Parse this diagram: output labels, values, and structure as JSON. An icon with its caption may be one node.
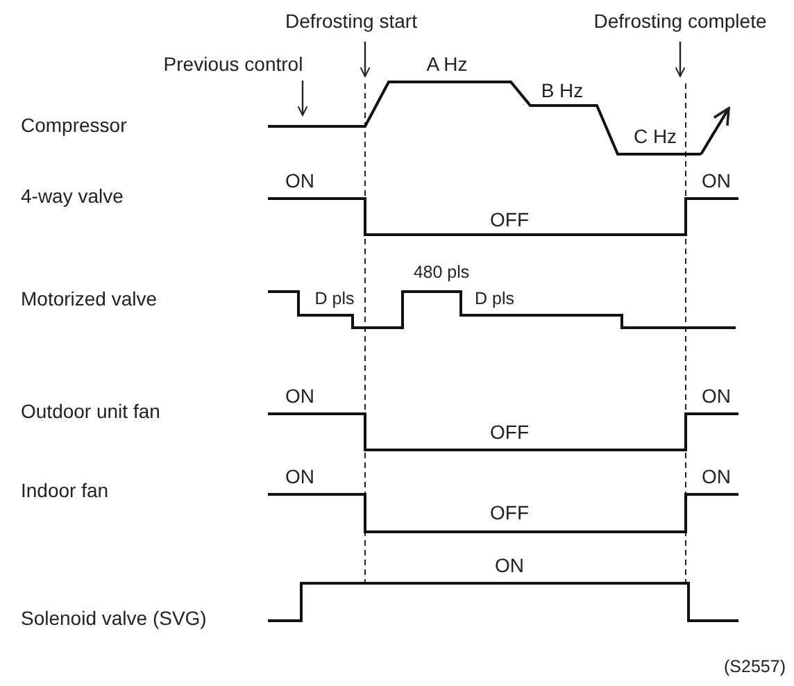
{
  "diagram": {
    "labels": [
      "Defrosting start",
      "Defrosting complete",
      "Previous control",
      "A Hz",
      "B Hz",
      "Compressor",
      "C Hz",
      "4-way valve",
      "ON",
      "ON",
      "OFF",
      "480 pls",
      "Motorized valve",
      "D pls",
      "D pls",
      "ON",
      "ON",
      "Outdoor unit fan",
      "OFF",
      "ON",
      "ON",
      "Indoor fan",
      "OFF",
      "ON",
      "Solenoid valve (SVG)",
      "(S2557)"
    ]
  }
}
